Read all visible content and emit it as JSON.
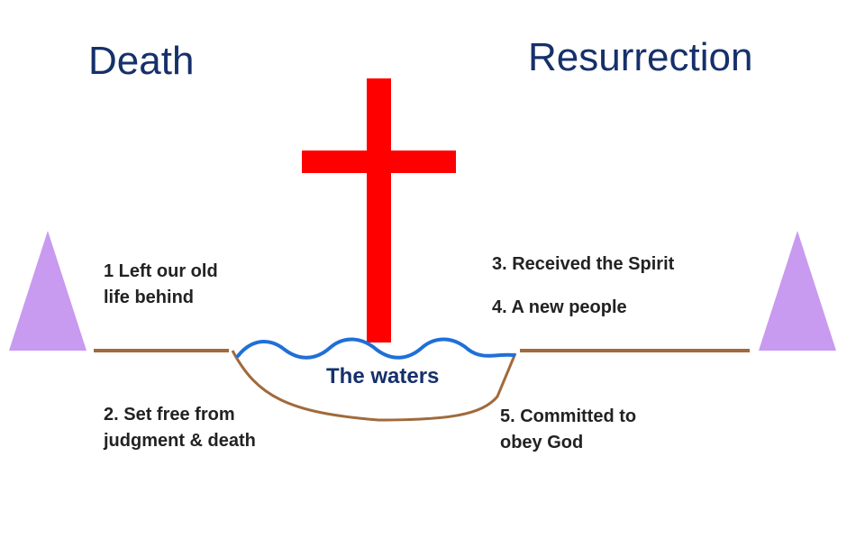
{
  "titles": {
    "left": "Death",
    "right": "Resurrection"
  },
  "notes": {
    "left_top": "1 Left our old\nlife behind",
    "left_bottom": "2. Set free from\njudgment & death",
    "right_top_1": "3. Received the  Spirit",
    "right_top_2": "4. A new people",
    "right_bottom": "5. Committed to\nobey God"
  },
  "waters_label": "The waters",
  "colors": {
    "title": "#16306b",
    "cross": "#ff0000",
    "ground": "#a06a3c",
    "water": "#1f6fd8",
    "mountain": "#c89af0"
  },
  "icons": {
    "cross": "cross-icon",
    "left_mountain": "triangle-icon",
    "right_mountain": "triangle-icon"
  }
}
